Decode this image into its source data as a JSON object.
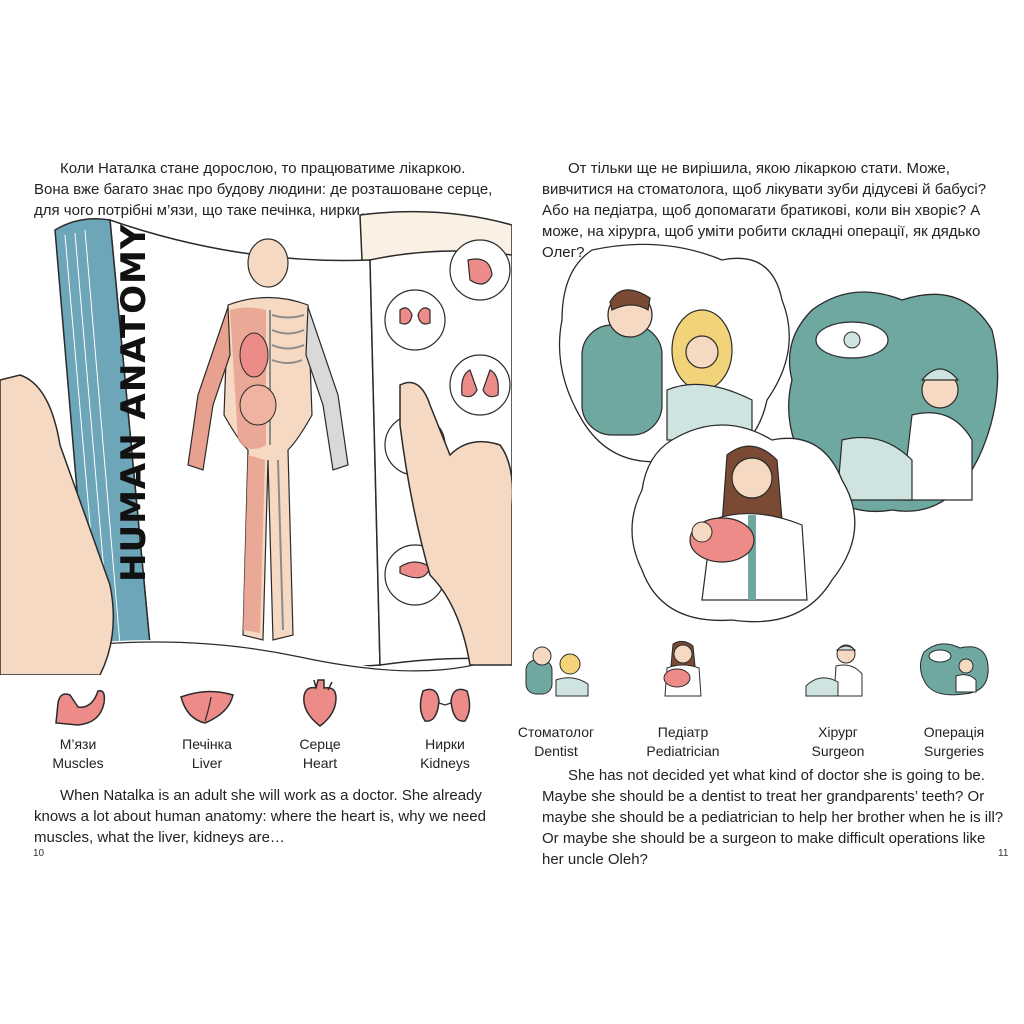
{
  "left_page": {
    "ua_text": "Коли Наталка стане дорослою, то працюватиме  лікаркою. Вона вже багато знає про будову людини: де розташоване серце, для чого потрібні м’язи, що таке печінка, нирки…",
    "book_title": "HUMAN ANATOMY",
    "organs": [
      {
        "ua": "М’язи",
        "en": "Muscles",
        "icon": "arm-muscle-icon"
      },
      {
        "ua": "Печінка",
        "en": "Liver",
        "icon": "liver-icon"
      },
      {
        "ua": "Серце",
        "en": "Heart",
        "icon": "heart-icon"
      },
      {
        "ua": "Нирки",
        "en": "Kidneys",
        "icon": "kidneys-icon"
      }
    ],
    "en_text": "When Natalka is an adult she will work as a doctor. She already knows a lot about human anatomy: where the heart is, why we need muscles, what the liver, kidneys are…",
    "page_number": "10"
  },
  "right_page": {
    "ua_text": "От тільки ще не вирішила, якою лікаркою стати. Може, вивчитися на стоматолога, щоб лікувати зуби дідусеві й бабусі? Або на педіатра, щоб допомагати братикові, коли він хворіє? А може, на хірурга, щоб уміти робити складні операції, як дядько Олег?",
    "professions": [
      {
        "ua": "Стоматолог",
        "en": "Dentist",
        "icon": "dentist-icon"
      },
      {
        "ua": "Педіатр",
        "en": "Pediatrician",
        "icon": "pediatrician-icon"
      },
      {
        "ua": "Хірург",
        "en": "Surgeon",
        "icon": "surgeon-icon"
      },
      {
        "ua": "Операція",
        "en": "Surgeries",
        "icon": "surgery-icon"
      }
    ],
    "en_text": "She has not decided yet what kind of doctor she is going to be. Maybe she should be a dentist to treat her grandparents’ teeth? Or maybe she should be a pediatrician to help her brother when he is ill? Or maybe she should be a surgeon to make difficult operations like her uncle Oleh?",
    "page_number": "11"
  },
  "colors": {
    "skin": "#f6d9c2",
    "muscle": "#e8a08f",
    "organ": "#ec8b87",
    "teal": "#6fa8a0",
    "teal_light": "#cfe4e0",
    "book_page": "#faf1e4",
    "book_spine": "#6ca6b8",
    "bone": "#d9d9d9"
  }
}
